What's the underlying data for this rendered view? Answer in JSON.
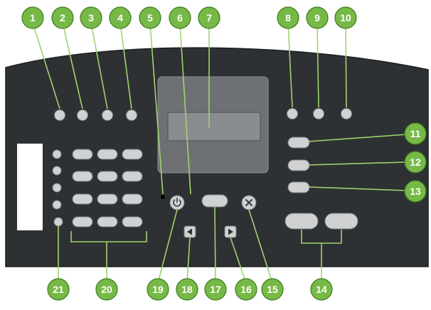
{
  "colors": {
    "panel": "#2e3133",
    "panel_edge": "#1b1d1e",
    "screen_frame": "#6e7173",
    "lcd": "#8a8d8f",
    "button": "#cfd1d2",
    "button_edge": "#7c7f81",
    "callout_fill": "#76b947",
    "callout_edge": "#3f7a1d",
    "callout_text": "#ffffff",
    "leader_line": "#9fd36f",
    "led": "#000000"
  },
  "icons": {
    "power_button": "power-icon",
    "cancel_button": "close-icon",
    "left_arrow": "triangle-left-icon",
    "right_arrow": "triangle-right-icon"
  },
  "callouts": [
    "1",
    "2",
    "3",
    "4",
    "5",
    "6",
    "7",
    "8",
    "9",
    "10",
    "11",
    "12",
    "13",
    "14",
    "15",
    "16",
    "17",
    "18",
    "19",
    "20",
    "21"
  ]
}
